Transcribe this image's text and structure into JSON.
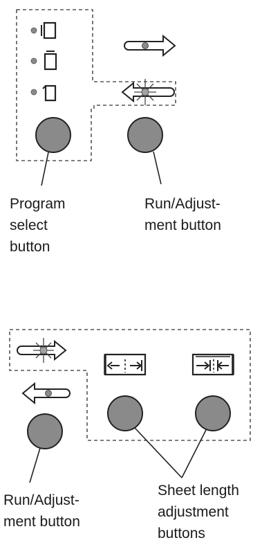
{
  "top_panel": {
    "program_select_label": [
      "Program",
      "select",
      "button"
    ],
    "run_adjust_label": [
      "Run/Adjust-",
      "ment button"
    ]
  },
  "bottom_panel": {
    "run_adjust_label": [
      "Run/Adjust-",
      "ment button"
    ],
    "sheet_length_label": [
      "Sheet length",
      "adjustment",
      "buttons"
    ]
  },
  "colors": {
    "button_fill": "#8a8a8a",
    "outline": "#222222",
    "indicator_dot": "#8a8a8a",
    "blink_dot": "#a3a3a3"
  },
  "icons": [
    "sheet-right-icon",
    "sheet-up-icon",
    "sheet-left-icon",
    "arrow-right-icon",
    "arrow-left-blinking-icon",
    "arrow-right-blinking-icon",
    "arrow-left-icon",
    "sheet-shorten-icon",
    "sheet-lengthen-icon"
  ]
}
